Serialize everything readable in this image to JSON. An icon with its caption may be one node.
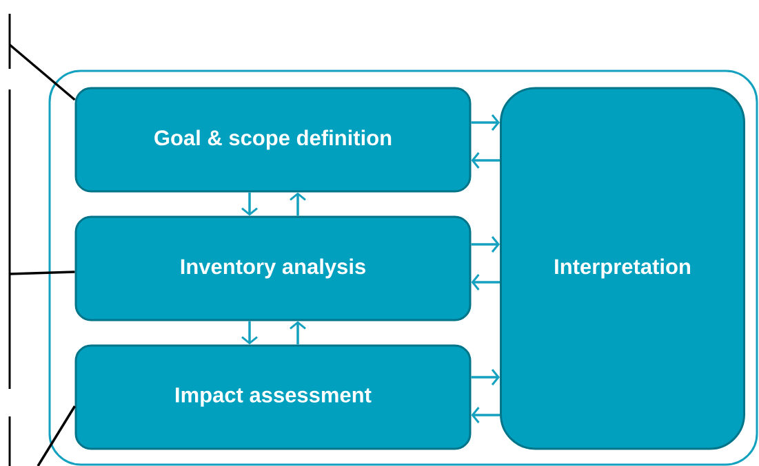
{
  "diagram": {
    "nodes": [
      {
        "text": [],
        "shape": "box"
      },
      {
        "text": [
          "Goal & scope definition"
        ],
        "in": 0
      },
      {
        "text": [
          "Inventory analysis"
        ],
        "in": 0
      },
      {
        "text": [
          "Impact assessment"
        ],
        "in": 0
      },
      {
        "text": [
          "Interpretation"
        ],
        "in": 0
      }
    ],
    "edges": [
      {
        "from": 1,
        "to": 4,
        "arrow": "to"
      },
      {
        "from": 4,
        "to": 1,
        "arrow": "to"
      },
      {
        "from": 1,
        "to": 2,
        "arrow": "to"
      },
      {
        "from": 2,
        "to": 1,
        "arrow": "to"
      },
      {
        "from": 2,
        "to": 4,
        "arrow": "to"
      },
      {
        "from": 4,
        "to": 2,
        "arrow": "to"
      },
      {
        "from": 2,
        "to": 3,
        "arrow": "to"
      },
      {
        "from": 3,
        "to": 2,
        "arrow": "to"
      },
      {
        "from": 3,
        "to": 4,
        "arrow": "to"
      },
      {
        "from": 4,
        "to": 3,
        "arrow": "to"
      },
      {
        "from": null,
        "to": 1,
        "arrow": "none",
        "color": "#000000"
      },
      {
        "from": null,
        "to": 2,
        "arrow": "none",
        "color": "#000000"
      },
      {
        "from": null,
        "to": 3,
        "arrow": "none",
        "color": "#000000"
      }
    ]
  }
}
